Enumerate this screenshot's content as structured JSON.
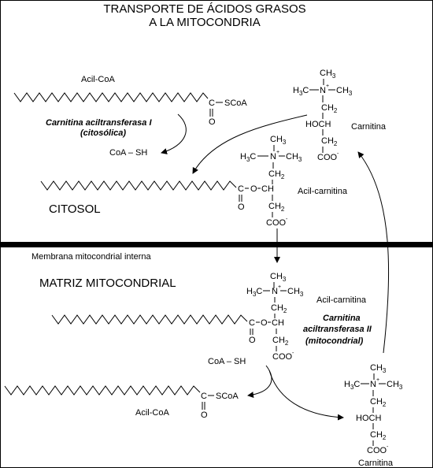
{
  "title": {
    "line1": "TRANSPORTE DE ÁCIDOS GRASOS",
    "line2": "A LA MITOCONDRIA"
  },
  "regions": {
    "cytosol": "CITOSOL",
    "matrix": "MATRIZ MITOCONDRIAL",
    "membrane": "Membrana mitocondrial interna"
  },
  "molecules": {
    "acyl_coa": "Acil-CoA",
    "carnitine": "Carnitina",
    "acyl_carnitine": "Acil-carnitina",
    "coa_sh": "CoA – SH"
  },
  "enzymes": {
    "cat1_line1": "Carnitina aciltransferasa I",
    "cat1_line2": "(citosólica)",
    "cat2_line1": "Carnitina",
    "cat2_line2": "aciltransferasa II",
    "cat2_line3": "(mitocondrial)"
  },
  "chem": {
    "ch3": "CH",
    "n": "N",
    "plus": "+",
    "ch2": "CH",
    "hoch": "HOCH",
    "ch": "CH",
    "coo": "COO",
    "minus": "-",
    "o": "O",
    "c": "C",
    "scoa": "SCoA",
    "h3c": "H",
    "three": "3",
    "two": "2",
    "c_o_ch": "C – O",
    "ch_after": "CH"
  }
}
